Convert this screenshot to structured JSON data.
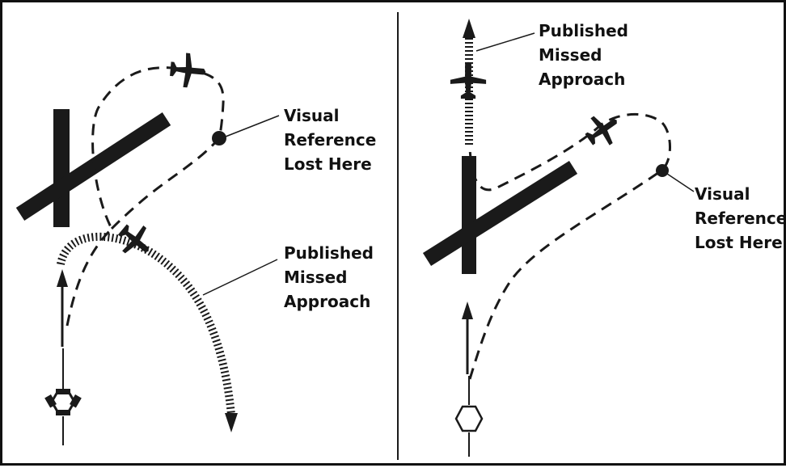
{
  "colors": {
    "ink": "#1a1a1a",
    "background": "#ffffff"
  },
  "left_panel": {
    "icons": [
      "runway-icon",
      "airplane-icon",
      "vor-tacan-icon",
      "arrow-icon"
    ],
    "lost_reference_label": [
      "Visual",
      "Reference",
      "Lost Here"
    ],
    "missed_approach_label": [
      "Published",
      "Missed",
      "Approach"
    ]
  },
  "right_panel": {
    "icons": [
      "runway-icon",
      "airplane-icon",
      "vor-icon",
      "arrow-icon"
    ],
    "missed_approach_label": [
      "Published",
      "Missed",
      "Approach"
    ],
    "lost_reference_label": [
      "Visual",
      "Reference",
      "Lost Here"
    ]
  }
}
